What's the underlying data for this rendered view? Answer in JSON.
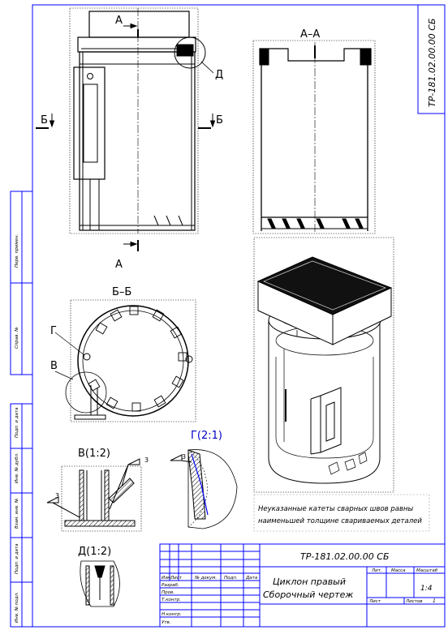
{
  "drawing": {
    "code": "ТР-181.02.00.00 СБ",
    "title_line1": "Циклон правый",
    "title_line2": "Сборочный чертеж",
    "scale_value": "1:4",
    "mass_value": "",
    "note_line1": "Неуказанные катеты сварных швов равны",
    "note_line2": "наименьшей толщине свариваемых деталей"
  },
  "views": {
    "section_a": "А",
    "section_aa": "А–А",
    "section_b": "Б",
    "section_bb": "Б–Б",
    "label_d": "Д",
    "label_g": "Г",
    "label_v": "В",
    "detail_v": "В(1:2)",
    "detail_g": "Г(2:1)",
    "detail_d": "Д(1:2)",
    "weld_leg": "3"
  },
  "side_stamp": {
    "perv_primen": "Перв. примен.",
    "sprav": "Справ. №",
    "podp_data_1": "Подп. и дата",
    "inv_dubl": "Инв. № дубл.",
    "vzam_inv": "Взам. инв. №",
    "podp_data_2": "Подп. и дата",
    "inv_podl": "Инв. № подл."
  },
  "title_block": {
    "izm": "Изм.",
    "list": "Лист",
    "n_dokum": "№ докум.",
    "podp": "Подп.",
    "data": "Дата",
    "razrab": "Разраб.",
    "prov": "Пров.",
    "t_kontr": "Т.контр.",
    "n_kontr": "Н.контр.",
    "utv": "Утв.",
    "lit": "Лит.",
    "massa": "Масса",
    "masshtab": "Масштаб",
    "list_label": "Лист",
    "listov": "Листов",
    "listov_value": "1"
  },
  "colors": {
    "frame": "#0000ff",
    "line": "#000000",
    "detail_title": "#0000c8"
  }
}
